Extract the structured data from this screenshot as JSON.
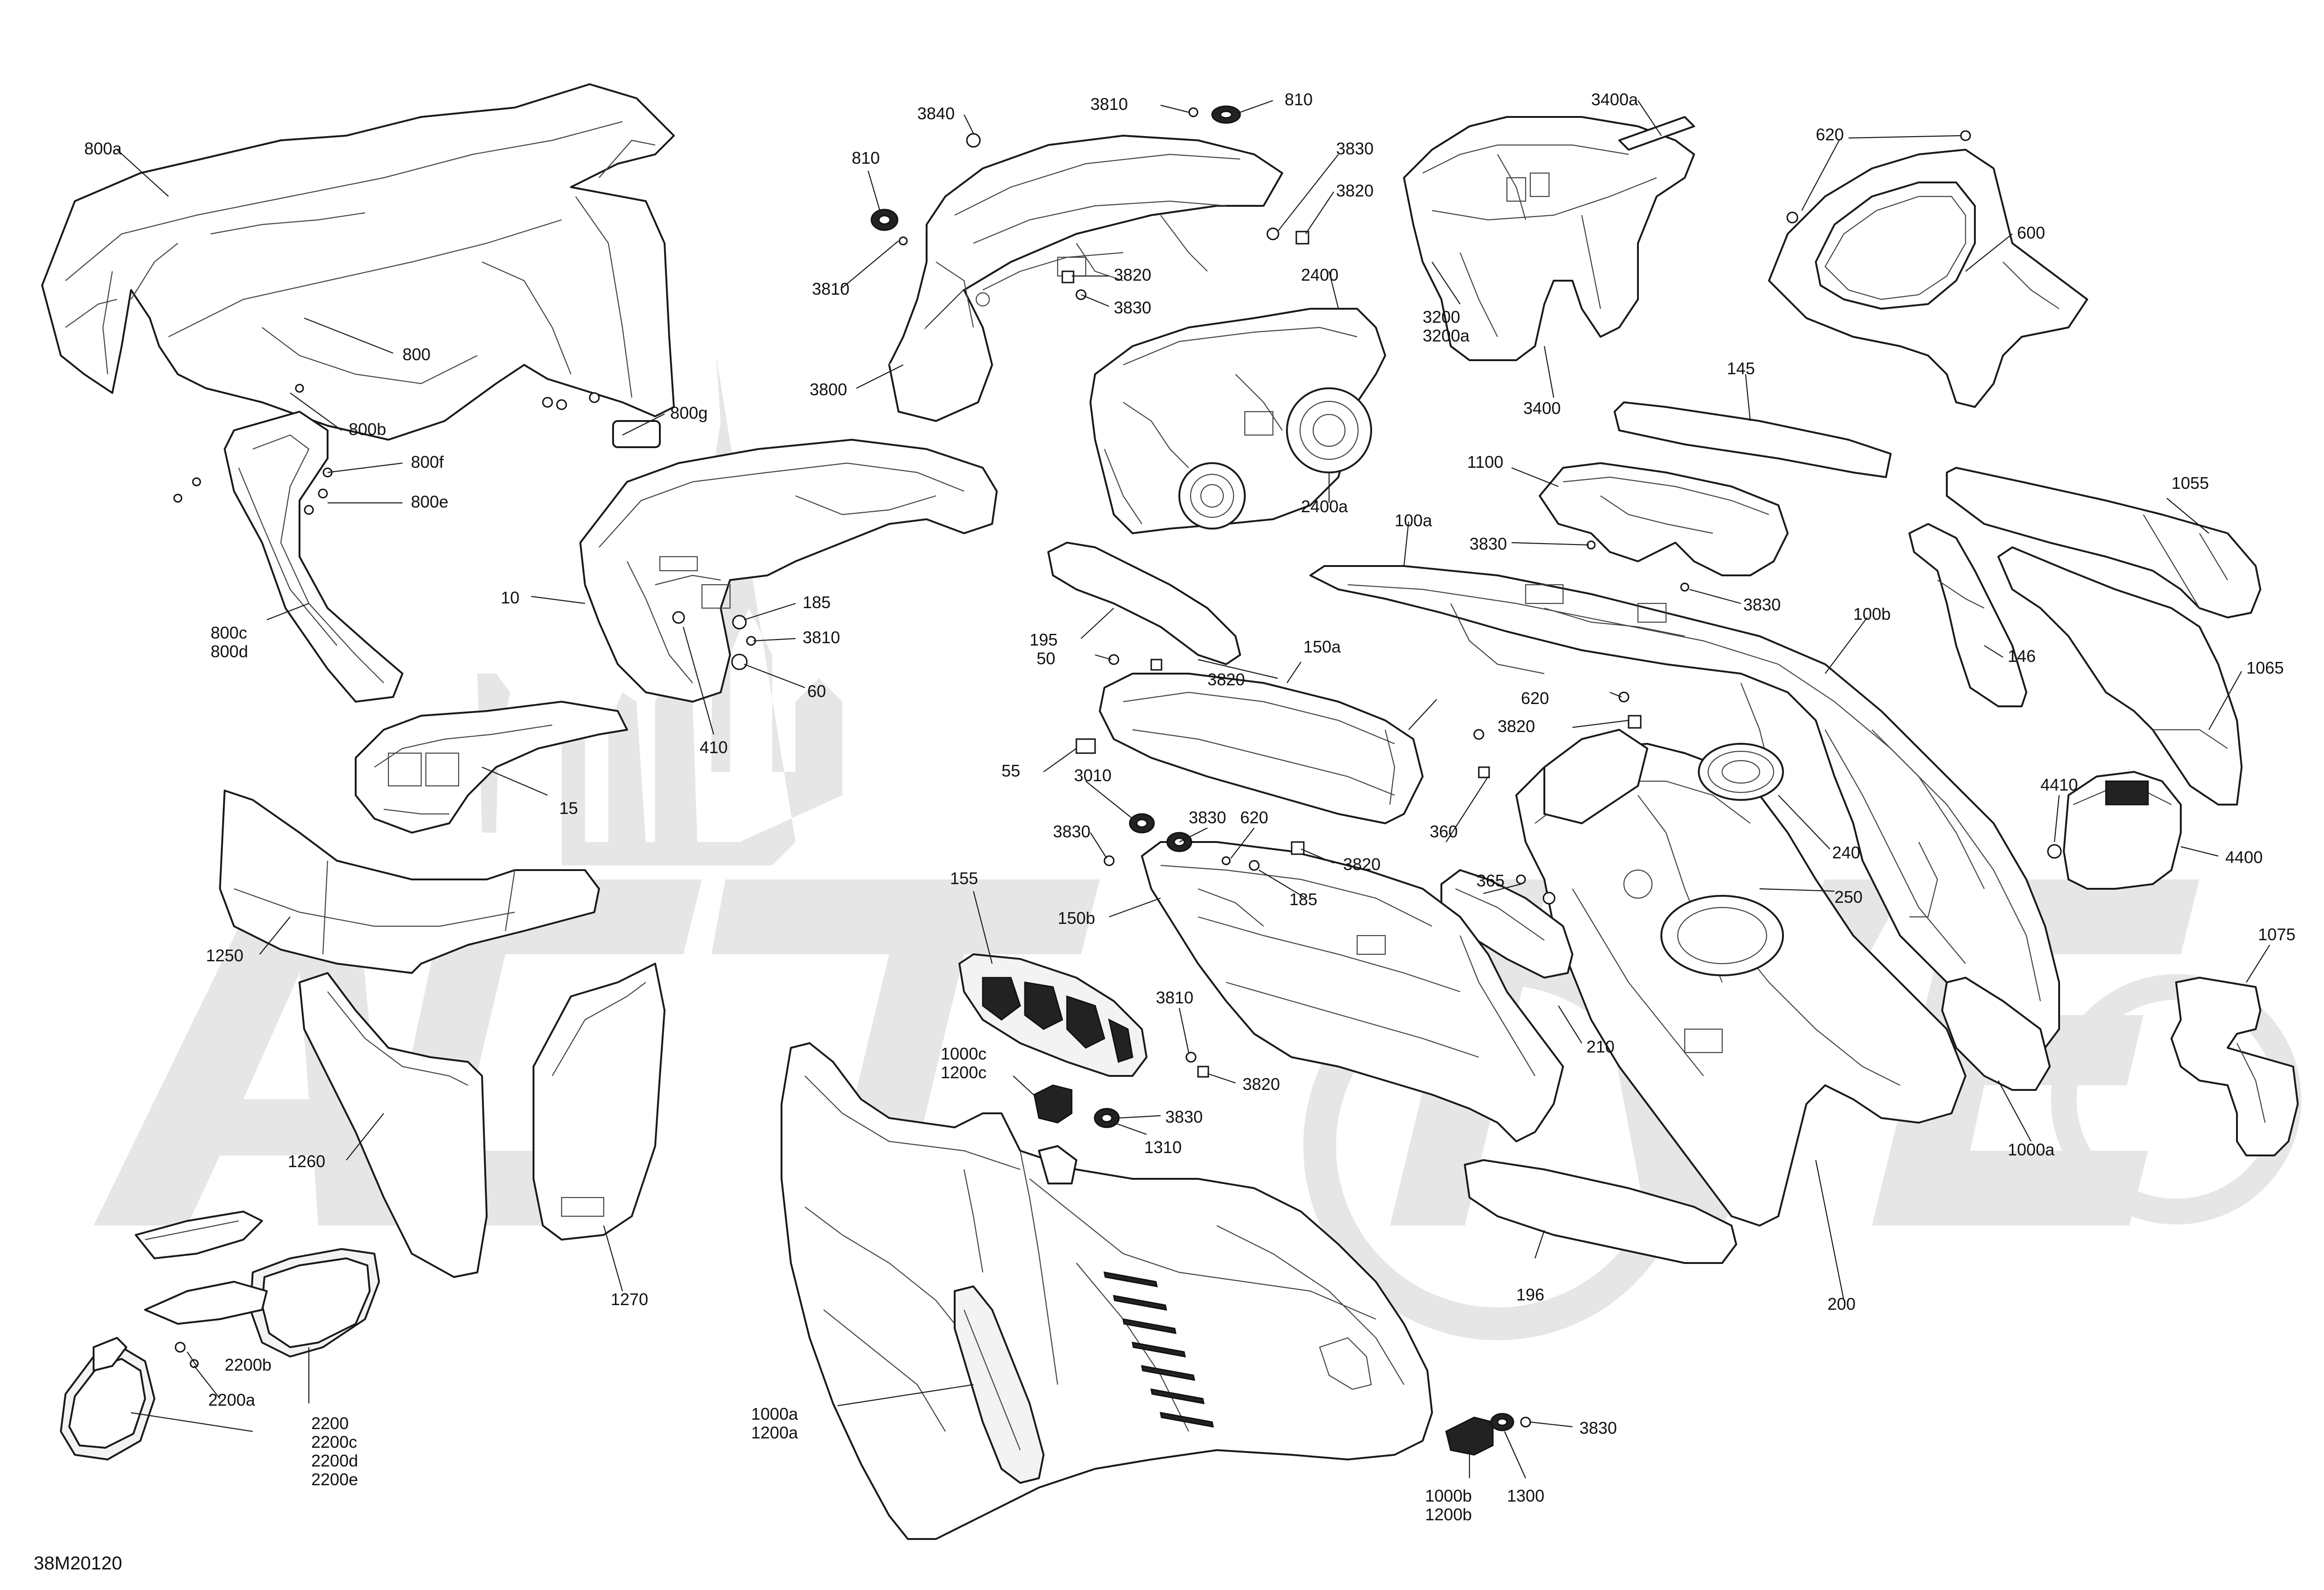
{
  "drawing_number": "38M20120",
  "watermark_text": "ACTIVE TOUR",
  "callouts": {
    "c800a": "800a",
    "c800": "800",
    "c800b": "800b",
    "c800f": "800f",
    "c800e": "800e",
    "c800g": "800g",
    "c800c": "800c",
    "c800d": "800d",
    "c3840": "3840",
    "c810_top": "810",
    "c3810_top": "3810",
    "c810_left": "810",
    "c3810_left": "3810",
    "c3830_a": "3830",
    "c3820_a": "3820",
    "c3820_b": "3820",
    "c3830_b": "3830",
    "c3800": "3800",
    "c2400": "2400",
    "c2400a": "2400a",
    "c3400a": "3400a",
    "c3200": "3200",
    "c3200a": "3200a",
    "c3400": "3400",
    "c620_top": "620",
    "c600": "600",
    "c145": "145",
    "c1100": "1100",
    "c3830_c": "3830",
    "c3830_d": "3830",
    "c100a": "100a",
    "c100b": "100b",
    "c1055": "1055",
    "c146": "146",
    "c1065": "1065",
    "c10": "10",
    "c185_a": "185",
    "c3810_mid": "3810",
    "c60": "60",
    "c410": "410",
    "c195": "195",
    "c50": "50",
    "c3820_c": "3820",
    "c150a": "150a",
    "c55": "55",
    "c3010": "3010",
    "c3830_e": "3830",
    "c3830_f": "3830",
    "c620_mid": "620",
    "c3820_d": "3820",
    "c185_b": "185",
    "c150b": "150b",
    "c620_right": "620",
    "c3820_e": "3820",
    "c360": "360",
    "c365": "365",
    "c240": "240",
    "c250": "250",
    "c4410": "4410",
    "c4400": "4400",
    "c15": "15",
    "c1250": "1250",
    "c155": "155",
    "c3810_low": "3810",
    "c3820_f": "3820",
    "c1000c": "1000c",
    "c1200c": "1200c",
    "c3830_g": "3830",
    "c1310": "1310",
    "c210": "210",
    "c1075": "1075",
    "c1000a_right": "1000a",
    "c1260": "1260",
    "c1270": "1270",
    "c196": "196",
    "c200": "200",
    "c2200b": "2200b",
    "c2200a": "2200a",
    "c2200": "2200",
    "c2200c": "2200c",
    "c2200d": "2200d",
    "c2200e": "2200e",
    "c1000a_low": "1000a",
    "c1200a": "1200a",
    "c3830_h": "3830",
    "c1000b": "1000b",
    "c1200b": "1200b",
    "c1300": "1300"
  }
}
